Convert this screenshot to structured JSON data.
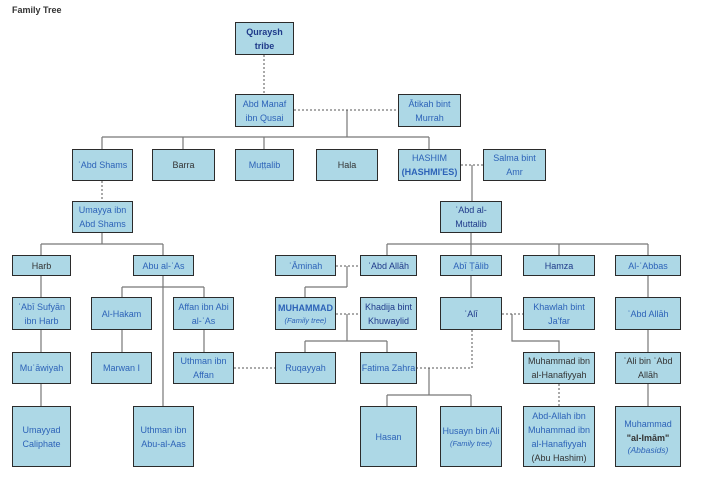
{
  "title": "Family Tree",
  "nodes": {
    "quraysh": "Quraysh tribe",
    "abd_manaf": "Abd Manaf ibn Qusai",
    "atikah": "Ātikah bint Murrah",
    "abd_shams": "ʿAbd Shams",
    "barra": "Barra",
    "muttalib": "Muṭṭalib",
    "hala": "Hala",
    "hashim": "HASHIM",
    "hashim_sub": "(HASHMI'ES)",
    "salma": "Salma bint Amr",
    "umayya": "Umayya ibn Abd Shams",
    "abd_al_muttalib": "ʿAbd al-Muttalib",
    "harb": "Harb",
    "abu_al_as": "Abu al-ʿAs",
    "aminah": "ʾĀminah",
    "abd_allah": "ʿAbd Allāh",
    "abi_talib": "Abī Ṭālib",
    "hamza": "Hamza",
    "al_abbas": "Al-ʿAbbas",
    "abi_sufyan": "ʾAbī Sufyān ibn Harb",
    "al_hakam": "Al-Hakam",
    "affan": "Affan ibn Abi al-ʿAs",
    "muhammad": "MUHAMMAD",
    "muhammad_sub": "(Family tree)",
    "khadija": "Khadija bint Khuwaylid",
    "ali": "ʿAlī",
    "khawlah": "Khawlah bint Ja'far",
    "abd_allah_abbas": "ʿAbd Allāh",
    "muawiyah": "Muʿāwiyah",
    "marwan": "Marwan I",
    "uthman_affan": "Uthman ibn Affan",
    "ruqayyah": "Ruqayyah",
    "fatima": "Fatima Zahra",
    "ibn_hanafiyyah": "Muhammad ibn al-Hanafiyyah",
    "ali_bin_abd_allah": "ʿAli bin ʿAbd Allāh",
    "umayyad": "Umayyad Caliphate",
    "uthman_abu_al_aas": "Uthman ibn Abu-al-Aas",
    "hasan": "Hasan",
    "husayn": "Husayn bin Ali",
    "husayn_sub": "(Family tree)",
    "abu_hashim": "Abd-Allah ibn Muhammad ibn al-Hanafiyyah",
    "abu_hashim_sub": "(Abu Hashim)",
    "muhammad_imam": "Muhammad",
    "muhammad_imam_title": "\"al-Imām\"",
    "muhammad_imam_sub": "(Abbasids)"
  },
  "colors": {
    "box_fill": "#add8e6",
    "border": "#2b2b2b",
    "text": "#2d63b8",
    "line": "#666666"
  }
}
